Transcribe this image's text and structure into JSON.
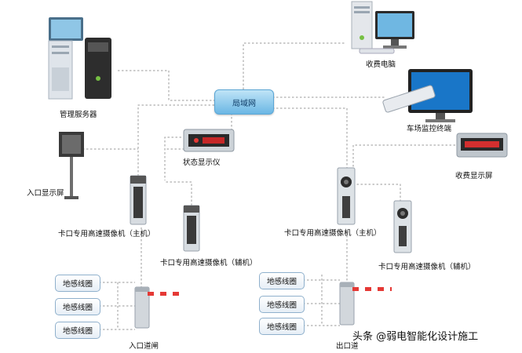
{
  "network": {
    "hub_label": "局域网"
  },
  "devices": {
    "management_server": "管理服务器",
    "billing_pc": "收费电脑",
    "parking_monitor": "车场监控终端",
    "status_display": "状态显示仪",
    "entry_display": "入口显示屏",
    "billing_display": "收费显示屏",
    "entry_camera_main": "卡口专用高速摄像机（主机）",
    "entry_camera_aux": "卡口专用高速摄像机（辅机）",
    "exit_camera_main": "卡口专用高速摄像机（主机）",
    "exit_camera_aux": "卡口专用高速摄像机（辅机）",
    "entry_gate": "入口道闸",
    "exit_gate": "出口道"
  },
  "loops": {
    "entry": [
      "地感线圈",
      "地感线圈",
      "地感线圈"
    ],
    "exit": [
      "地感线圈",
      "地感线圈",
      "地感线圈"
    ]
  },
  "watermark": "头条 @弱电智能化设计施工"
}
